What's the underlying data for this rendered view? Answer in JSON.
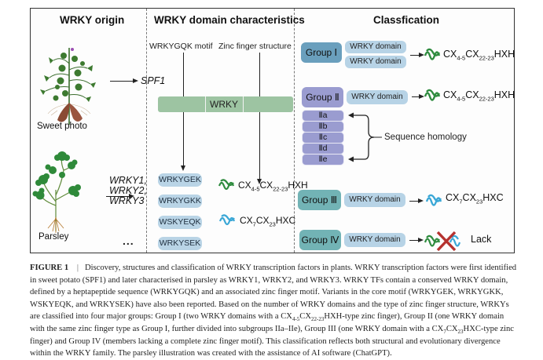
{
  "figure": {
    "panels": {
      "origin": {
        "title": "WRKY origin",
        "sweet_potato_label": "Sweet photo",
        "sweet_potato_gene": "SPF1",
        "parsley_label": "Parsley",
        "parsley_genes": [
          "WRKY1,",
          "WRKY2,",
          "WRKY3"
        ],
        "ellipsis": "..."
      },
      "domain": {
        "title": "WRKY domain characteristics",
        "motif_label": "WRKYGQK motif",
        "zinc_label": "Zinc finger structure",
        "domain_bar_label": "WRKY",
        "motif_variants": [
          "WRKYGEK",
          "WRKYGKK",
          "WSKYEQK",
          "WRKYSEK"
        ],
        "zinc_types": [
          {
            "prefix": "CX",
            "s1": "4-5",
            "mid": "CX",
            "s2": "22-23",
            "suffix": "HXH",
            "color": "#2e8b3e"
          },
          {
            "prefix": "CX",
            "s1": "7",
            "mid": "CX",
            "s2": "23",
            "suffix": "HXC",
            "color": "#3aa7d6"
          }
        ]
      },
      "classification": {
        "title": "Classfication",
        "groups": [
          {
            "label": "Group Ⅰ",
            "domains": [
              "WRKY domain",
              "WRKY domain"
            ],
            "zinc": {
              "prefix": "CX",
              "s1": "4-5",
              "mid": "CX",
              "s2": "22-23",
              "suffix": "HXH"
            },
            "color": "#6a9fbd"
          },
          {
            "label": "Group Ⅱ",
            "domains": [
              "WRKY domain"
            ],
            "zinc": {
              "prefix": "CX",
              "s1": "4-5",
              "mid": "CX",
              "s2": "22-23",
              "suffix": "HXH"
            },
            "color": "#9a9cd0",
            "subgroups": [
              "Ⅱa",
              "Ⅱb",
              "Ⅱc",
              "Ⅱd",
              "Ⅱe"
            ],
            "subgroup_note": "Sequence homology"
          },
          {
            "label": "Group Ⅲ",
            "domains": [
              "WRKY domain"
            ],
            "zinc": {
              "prefix": "CX",
              "s1": "7",
              "mid": "CX",
              "s2": "23",
              "suffix": "HXC"
            },
            "color": "#72b3b5"
          },
          {
            "label": "Group Ⅳ",
            "domains": [
              "WRKY domain"
            ],
            "zinc_text": "Lack",
            "color": "#72b3b5"
          }
        ]
      }
    },
    "colors": {
      "domain_pill": "#b7d3e6",
      "domain_bar": "#9dc4a2",
      "cross": "#b5322f"
    }
  },
  "caption": {
    "label": "FIGURE 1",
    "separator": "|",
    "text_parts": [
      "Discovery, structures and classification of WRKY transcription factors in plants. WRKY transcription factors were first identified in sweet potato (SPF1) and later characterised in parsley as WRKY1, WRKY2, and WRKY3. WRKY TFs contain a conserved WRKY domain, defined by a heptapeptide sequence (WRKYGQK) and an associated zinc finger motif. Variants in the core motif (WRKYGEK, WRKYGKK, WSKYEQK, and WRKYSEK) have also been reported. Based on the number of WRKY domains and the type of zinc finger structure, WRKYs are classified into four major groups: Group I (two WRKY domains with a CX",
      "4-5",
      "CX",
      "22-23",
      "HXH-type zinc finger), Group II (one WRKY domain with the same zinc finger type as Group I, further divided into subgroups IIa–IIe), Group III (one WRKY domain with a CX",
      "7",
      "CX",
      "23",
      "HXC-type zinc finger) and Group IV (members lacking a complete zinc finger motif). This classification reflects both structural and evolutionary divergence within the WRKY family. The parsley illustration was created with the assistance of AI software (ChatGPT)."
    ]
  }
}
